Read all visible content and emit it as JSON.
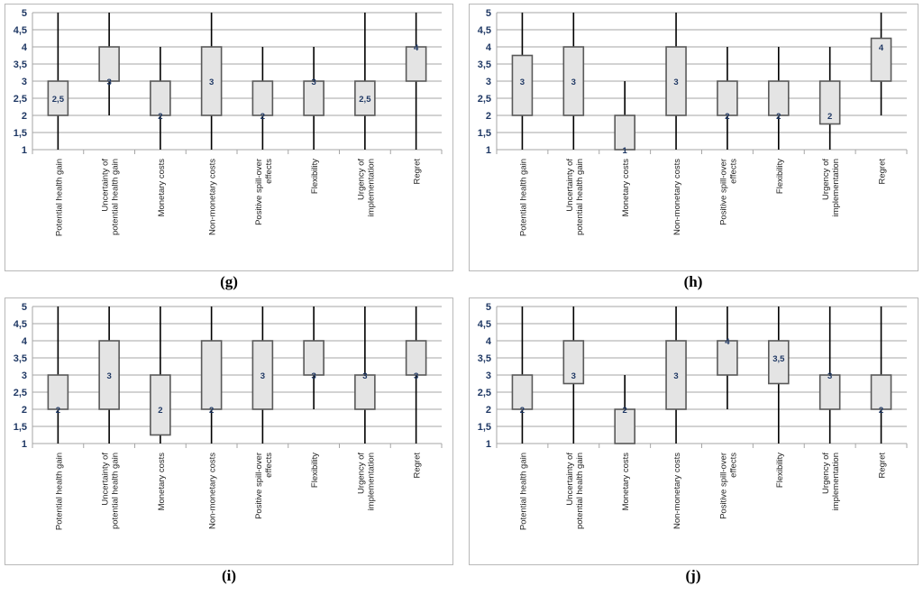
{
  "figure": {
    "panels": [
      {
        "id": "g",
        "caption": "(g)"
      },
      {
        "id": "h",
        "caption": "(h)"
      },
      {
        "id": "i",
        "caption": "(i)"
      },
      {
        "id": "j",
        "caption": "(j)"
      }
    ]
  },
  "chart_data": [
    {
      "type": "box",
      "panel": "g",
      "title": "(g)",
      "xlabel": "",
      "ylabel": "",
      "ylim": [
        1,
        5
      ],
      "ytick_labels": [
        "1",
        "1,5",
        "2",
        "2,5",
        "3",
        "3,5",
        "4",
        "4,5",
        "5"
      ],
      "ytick_values": [
        1,
        1.5,
        2,
        2.5,
        3,
        3.5,
        4,
        4.5,
        5
      ],
      "grid": true,
      "legend": "none",
      "categories": [
        "Potential health gain",
        "Uncertainty of potential health gain",
        "Monetary costs",
        "Non-monetary costs",
        "Positive spill-over effects",
        "Flexibility",
        "Urgency of implementation",
        "Regret"
      ],
      "boxes": [
        {
          "category": "Potential health gain",
          "whisker_low": 1,
          "q1": 2,
          "median": 2.5,
          "q3": 3,
          "whisker_high": 5,
          "median_label": "2,5"
        },
        {
          "category": "Uncertainty of potential health gain",
          "whisker_low": 2,
          "q1": 3,
          "median": 3,
          "q3": 4,
          "whisker_high": 5,
          "median_label": "3"
        },
        {
          "category": "Monetary costs",
          "whisker_low": 1,
          "q1": 2,
          "median": 2,
          "q3": 3,
          "whisker_high": 4,
          "median_label": "2"
        },
        {
          "category": "Non-monetary costs",
          "whisker_low": 1,
          "q1": 2,
          "median": 3,
          "q3": 4,
          "whisker_high": 5,
          "median_label": "3"
        },
        {
          "category": "Positive spill-over effects",
          "whisker_low": 1,
          "q1": 2,
          "median": 2,
          "q3": 3,
          "whisker_high": 4,
          "median_label": "2"
        },
        {
          "category": "Flexibility",
          "whisker_low": 1,
          "q1": 2,
          "median": 3,
          "q3": 3,
          "whisker_high": 4,
          "median_label": "3"
        },
        {
          "category": "Urgency of implementation",
          "whisker_low": 1,
          "q1": 2,
          "median": 2.5,
          "q3": 3,
          "whisker_high": 5,
          "median_label": "2,5"
        },
        {
          "category": "Regret",
          "whisker_low": 1,
          "q1": 3,
          "median": 4,
          "q3": 4,
          "whisker_high": 5,
          "median_label": "4"
        }
      ]
    },
    {
      "type": "box",
      "panel": "h",
      "title": "(h)",
      "xlabel": "",
      "ylabel": "",
      "ylim": [
        1,
        5
      ],
      "ytick_labels": [
        "1",
        "1,5",
        "2",
        "2,5",
        "3",
        "3,5",
        "4",
        "4,5",
        "5"
      ],
      "ytick_values": [
        1,
        1.5,
        2,
        2.5,
        3,
        3.5,
        4,
        4.5,
        5
      ],
      "grid": true,
      "legend": "none",
      "categories": [
        "Potential health gain",
        "Uncertainty of potential health gain",
        "Monetary costs",
        "Non-monetary costs",
        "Positive spill-over effects",
        "Flexibility",
        "Urgency of implementation",
        "Regret"
      ],
      "boxes": [
        {
          "category": "Potential health gain",
          "whisker_low": 1,
          "q1": 2,
          "median": 3,
          "q3": 3.75,
          "whisker_high": 5,
          "median_label": "3"
        },
        {
          "category": "Uncertainty of potential health gain",
          "whisker_low": 1,
          "q1": 2,
          "median": 3,
          "q3": 4,
          "whisker_high": 5,
          "median_label": "3"
        },
        {
          "category": "Monetary costs",
          "whisker_low": 1,
          "q1": 1,
          "median": 1,
          "q3": 2,
          "whisker_high": 3,
          "median_label": "1"
        },
        {
          "category": "Non-monetary costs",
          "whisker_low": 1,
          "q1": 2,
          "median": 3,
          "q3": 4,
          "whisker_high": 5,
          "median_label": "3"
        },
        {
          "category": "Positive spill-over effects",
          "whisker_low": 1,
          "q1": 2,
          "median": 2,
          "q3": 3,
          "whisker_high": 4,
          "median_label": "2"
        },
        {
          "category": "Flexibility",
          "whisker_low": 1,
          "q1": 2,
          "median": 2,
          "q3": 3,
          "whisker_high": 4,
          "median_label": "2"
        },
        {
          "category": "Urgency of implementation",
          "whisker_low": 1,
          "q1": 1.75,
          "median": 2,
          "q3": 3,
          "whisker_high": 4,
          "median_label": "2"
        },
        {
          "category": "Regret",
          "whisker_low": 2,
          "q1": 3,
          "median": 4,
          "q3": 4.25,
          "whisker_high": 5,
          "median_label": "4"
        }
      ]
    },
    {
      "type": "box",
      "panel": "i",
      "title": "(i)",
      "xlabel": "",
      "ylabel": "",
      "ylim": [
        1,
        5
      ],
      "ytick_labels": [
        "1",
        "1,5",
        "2",
        "2,5",
        "3",
        "3,5",
        "4",
        "4,5",
        "5"
      ],
      "ytick_values": [
        1,
        1.5,
        2,
        2.5,
        3,
        3.5,
        4,
        4.5,
        5
      ],
      "grid": true,
      "legend": "none",
      "categories": [
        "Potential health gain",
        "Uncertainty of potential health gain",
        "Monetary costs",
        "Non-monetary costs",
        "Positive spill-over effects",
        "Flexibility",
        "Urgency of implementation",
        "Regret"
      ],
      "boxes": [
        {
          "category": "Potential health gain",
          "whisker_low": 1,
          "q1": 2,
          "median": 2,
          "q3": 3,
          "whisker_high": 5,
          "median_label": "2"
        },
        {
          "category": "Uncertainty of potential health gain",
          "whisker_low": 1,
          "q1": 2,
          "median": 3,
          "q3": 4,
          "whisker_high": 5,
          "median_label": "3"
        },
        {
          "category": "Monetary costs",
          "whisker_low": 1,
          "q1": 1.25,
          "median": 2,
          "q3": 3,
          "whisker_high": 5,
          "median_label": "2"
        },
        {
          "category": "Non-monetary costs",
          "whisker_low": 1,
          "q1": 2,
          "median": 2,
          "q3": 4,
          "whisker_high": 5,
          "median_label": "2"
        },
        {
          "category": "Positive spill-over effects",
          "whisker_low": 1,
          "q1": 2,
          "median": 3,
          "q3": 4,
          "whisker_high": 5,
          "median_label": "3"
        },
        {
          "category": "Flexibility",
          "whisker_low": 2,
          "q1": 3,
          "median": 3,
          "q3": 4,
          "whisker_high": 5,
          "median_label": "3"
        },
        {
          "category": "Urgency of implementation",
          "whisker_low": 1,
          "q1": 2,
          "median": 3,
          "q3": 3,
          "whisker_high": 5,
          "median_label": "3"
        },
        {
          "category": "Regret",
          "whisker_low": 1,
          "q1": 3,
          "median": 3,
          "q3": 4,
          "whisker_high": 5,
          "median_label": "3"
        }
      ]
    },
    {
      "type": "box",
      "panel": "j",
      "title": "(j)",
      "xlabel": "",
      "ylabel": "",
      "ylim": [
        1,
        5
      ],
      "ytick_labels": [
        "1",
        "1,5",
        "2",
        "2,5",
        "3",
        "3,5",
        "4",
        "4,5",
        "5"
      ],
      "ytick_values": [
        1,
        1.5,
        2,
        2.5,
        3,
        3.5,
        4,
        4.5,
        5
      ],
      "grid": true,
      "legend": "none",
      "categories": [
        "Potential health gain",
        "Uncertainty of potential health gain",
        "Monetary costs",
        "Non-monetary costs",
        "Positive spill-over effects",
        "Flexibility",
        "Urgency of implementation",
        "Regret"
      ],
      "boxes": [
        {
          "category": "Potential health gain",
          "whisker_low": 1,
          "q1": 2,
          "median": 2,
          "q3": 3,
          "whisker_high": 5,
          "median_label": "2"
        },
        {
          "category": "Uncertainty of potential health gain",
          "whisker_low": 1,
          "q1": 2.75,
          "median": 3,
          "q3": 4,
          "whisker_high": 5,
          "median_label": "3"
        },
        {
          "category": "Monetary costs",
          "whisker_low": 1,
          "q1": 1,
          "median": 2,
          "q3": 2,
          "whisker_high": 3,
          "median_label": "2"
        },
        {
          "category": "Non-monetary costs",
          "whisker_low": 1,
          "q1": 2,
          "median": 3,
          "q3": 4,
          "whisker_high": 5,
          "median_label": "3"
        },
        {
          "category": "Positive spill-over effects",
          "whisker_low": 2,
          "q1": 3,
          "median": 4,
          "q3": 4,
          "whisker_high": 5,
          "median_label": "4"
        },
        {
          "category": "Flexibility",
          "whisker_low": 1,
          "q1": 2.75,
          "median": 3.5,
          "q3": 4,
          "whisker_high": 5,
          "median_label": "3,5"
        },
        {
          "category": "Urgency of implementation",
          "whisker_low": 1,
          "q1": 2,
          "median": 3,
          "q3": 3,
          "whisker_high": 5,
          "median_label": "3"
        },
        {
          "category": "Regret",
          "whisker_low": 1,
          "q1": 2,
          "median": 2,
          "q3": 3,
          "whisker_high": 5,
          "median_label": "2"
        }
      ]
    }
  ],
  "style": {
    "box_fill": "#e4e4e4",
    "box_stroke": "#595959",
    "whisker_stroke": "#000000",
    "grid_color": "#a6a6a6",
    "axis_color": "#a6a6a6",
    "tick_label_color": "#1f3864",
    "panel_border": "#b8b8b8"
  }
}
